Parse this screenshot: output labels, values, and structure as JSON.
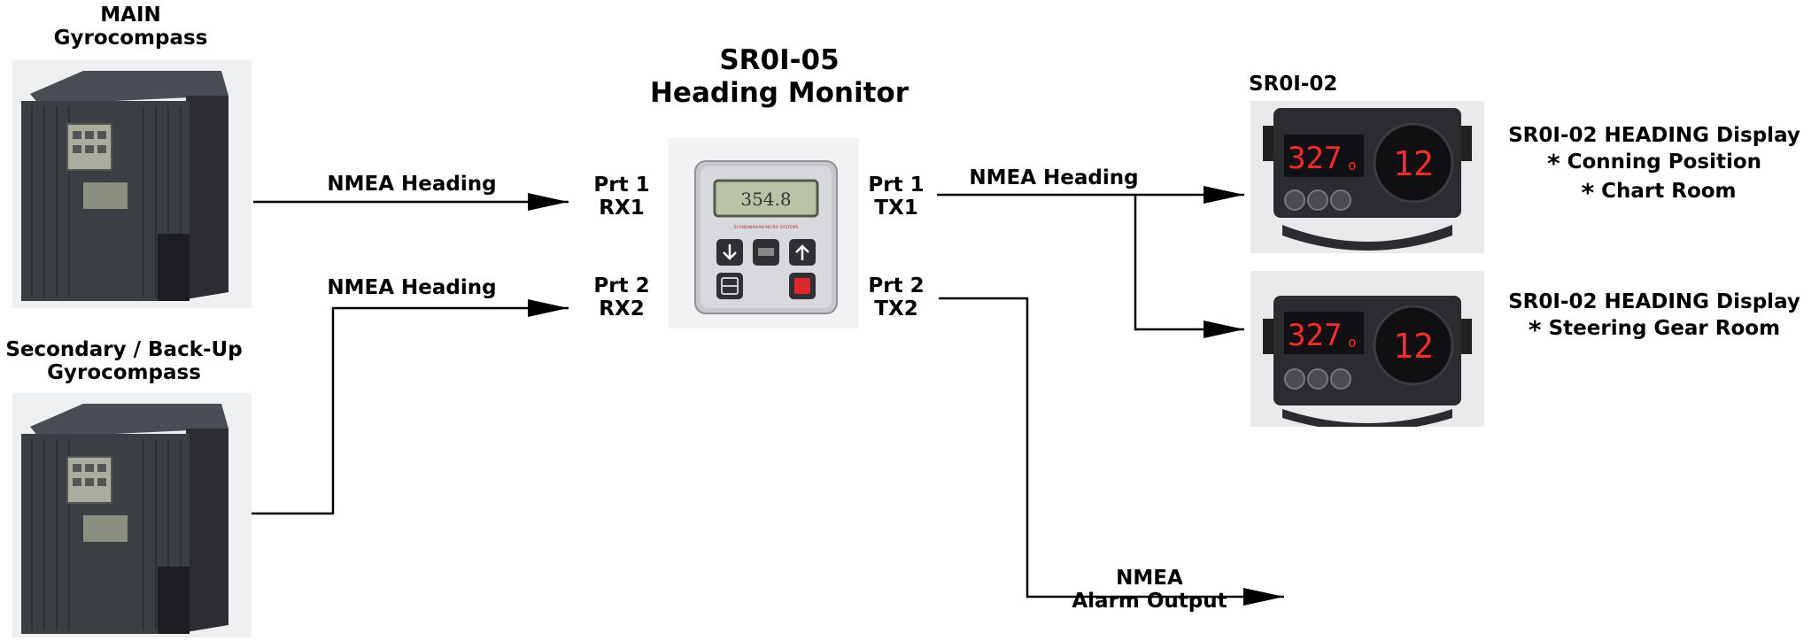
{
  "main_gyro": {
    "line1": "MAIN",
    "line2": "Gyrocompass"
  },
  "secondary_gyro": {
    "line1": "Secondary / Back-Up",
    "line2": "Gyrocompass"
  },
  "monitor": {
    "model": "SR0I-05",
    "name": "Heading Monitor",
    "screen_value": "354.8",
    "brand_text": "SCANDINAVIAN MICRO SYSTEMS"
  },
  "ports": {
    "rx1_line1": "Prt 1",
    "rx1_line2": "RX1",
    "rx2_line1": "Prt 2",
    "rx2_line2": "RX2",
    "tx1_line1": "Prt 1",
    "tx1_line2": "TX1",
    "tx2_line1": "Prt 2",
    "tx2_line2": "TX2"
  },
  "links": {
    "in1": "NMEA Heading",
    "in2": "NMEA Heading",
    "out1": "NMEA Heading",
    "alarm_line1": "NMEA",
    "alarm_line2": "Alarm Output"
  },
  "display_model": "SR0I-02",
  "display_readout": {
    "heading": "327",
    "suffix": "o",
    "rot": "12"
  },
  "display1": {
    "title": "SR0I-02 HEADING Display",
    "items": [
      "Conning Position",
      "Chart Room"
    ]
  },
  "display2": {
    "title": "SR0I-02 HEADING Display",
    "items": [
      "Steering Gear Room"
    ]
  },
  "bullet": "*",
  "colors": {
    "cabinet": "#3a3d42",
    "display_body": "#2a2c30",
    "led_red": "#ff2a2a",
    "lcd": "#b9c4a6",
    "wire": "#000000"
  }
}
